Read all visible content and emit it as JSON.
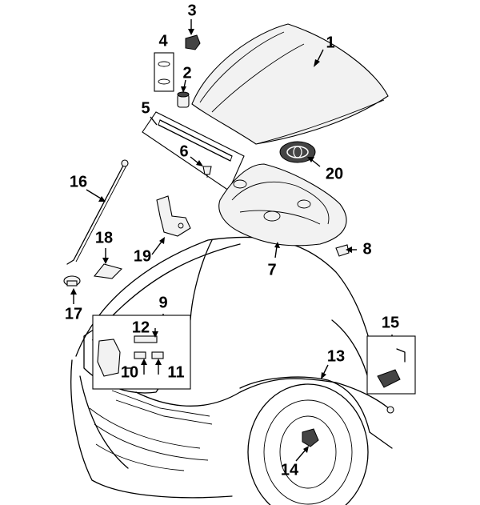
{
  "diagram": {
    "type": "exploded-parts-diagram",
    "callouts": {
      "c1": "1",
      "c2": "2",
      "c3": "3",
      "c4": "4",
      "c5": "5",
      "c6": "6",
      "c7": "7",
      "c8": "8",
      "c9": "9",
      "c10": "10",
      "c11": "11",
      "c12": "12",
      "c13": "13",
      "c14": "14",
      "c15": "15",
      "c16": "16",
      "c17": "17",
      "c18": "18",
      "c19": "19",
      "c20": "20"
    }
  }
}
